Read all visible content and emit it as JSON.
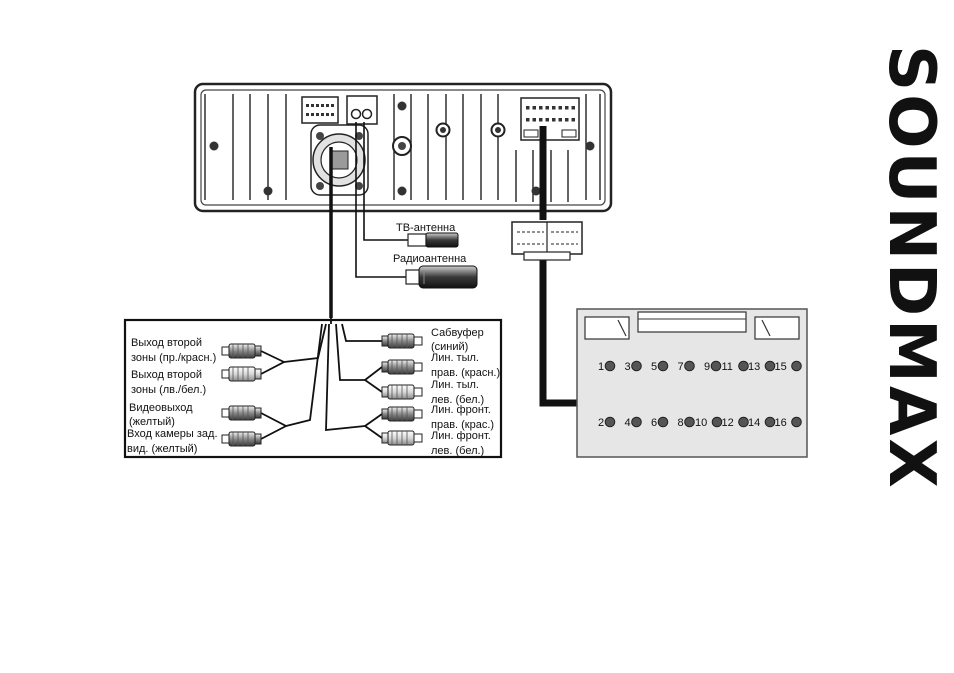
{
  "brand": {
    "name": "SOUNDMAX",
    "color": "#c9c9c9"
  },
  "antennas": {
    "tv": "ТВ-антенна",
    "radio": "Радиоантенна"
  },
  "rca_left": [
    {
      "line1": "Выход второй",
      "line2": "зоны (пр./красн.)"
    },
    {
      "line1": "Выход второй",
      "line2": "зоны (лв./бел.)"
    },
    {
      "line1": "Видеовыход",
      "line2": "(желтый)"
    },
    {
      "line1": "Вход камеры зад.",
      "line2": "вид. (желтый)"
    }
  ],
  "rca_right": [
    {
      "line1": "Сабвуфер",
      "line2": "(синий)"
    },
    {
      "line1": "Лин. тыл.",
      "line2": "прав. (красн.)"
    },
    {
      "line1": "Лин. тыл.",
      "line2": "лев. (бел.)"
    },
    {
      "line1": "Лин. фронт.",
      "line2": "прав. (крас.)"
    },
    {
      "line1": "Лин. фронт.",
      "line2": "лев. (бел.)"
    }
  ],
  "iso_pins_top": [
    "1",
    "3",
    "5",
    "7",
    "9",
    "11",
    "13",
    "15"
  ],
  "iso_pins_bottom": [
    "2",
    "4",
    "6",
    "8",
    "10",
    "12",
    "14",
    "16"
  ]
}
